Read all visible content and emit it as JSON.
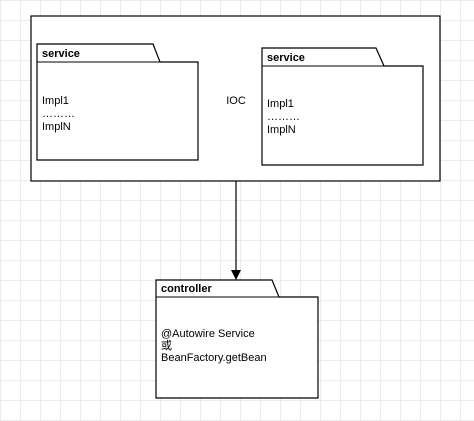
{
  "diagram": {
    "container": {
      "center_label": "IOC"
    },
    "packages": [
      {
        "title": "service",
        "lines": [
          "Impl1",
          "………",
          "ImplN"
        ]
      },
      {
        "title": "service",
        "lines": [
          "Impl1",
          "………",
          "ImplN"
        ]
      },
      {
        "title": "controller",
        "lines": [
          "@Autowire Service",
          "或",
          "BeanFactory.getBean"
        ]
      }
    ],
    "colors": {
      "stroke": "#000000",
      "fill": "#ffffff",
      "grid": "#ececec"
    }
  }
}
